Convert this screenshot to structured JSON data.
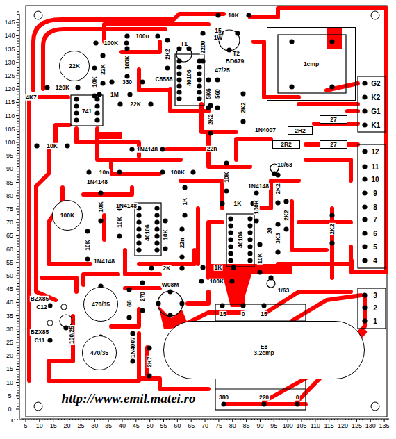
{
  "diagram": {
    "nodes": [
      {
        "text": [
          "1cmp"
        ]
      },
      {
        "text": [
          "E8",
          "3.2cmp"
        ]
      },
      {
        "text": [
          "470/35"
        ]
      },
      {
        "text": [
          "470/35"
        ]
      },
      {
        "text": [
          "22K"
        ]
      },
      {
        "text": [
          "100K"
        ]
      },
      {
        "text": [
          "2R2"
        ]
      },
      {
        "text": [
          "27"
        ]
      },
      {
        "text": [
          "2R2"
        ]
      },
      {
        "text": [
          "27"
        ]
      }
    ],
    "labels": [
      "10K",
      "100n",
      "100K",
      "2200",
      "15",
      "1W",
      "T1",
      "2K2",
      "100K",
      "22K",
      "T2",
      "BD679",
      "47/25",
      "40106",
      "C5588",
      "330",
      "10K",
      "120K",
      "4K7",
      "1M",
      "741",
      "22K",
      "5K6",
      "560",
      "2K2",
      "2K2",
      "1N4007",
      "10K",
      "1N4148",
      "22n",
      "10n",
      "100K",
      "10K",
      "10/63",
      "1N4148",
      "1N4148",
      "2K2",
      "1N4148",
      "10K",
      "1K",
      "1K",
      "100K",
      "10K",
      "2K2",
      "10K",
      "40106",
      "22n",
      "40106",
      "20",
      "3K3",
      "2K2",
      "10K",
      "1N4148",
      "2K",
      "1K",
      "100K",
      "10K",
      "1/63",
      "BZX85",
      "C12",
      "68",
      "270",
      "W08M",
      "15",
      "0",
      "15",
      "100/25",
      "BZX85",
      "C11",
      "1N4007",
      "2K7",
      "380",
      "220",
      "0",
      "3",
      "2",
      "1",
      "G2",
      "K2",
      "G1",
      "K1",
      "12",
      "11",
      "10",
      "9",
      "8",
      "7",
      "6",
      "5",
      "4",
      "http://www.emil.matei.ro",
      "5",
      "10",
      "15",
      "20",
      "25",
      "30",
      "35",
      "40",
      "45",
      "50",
      "55",
      "60",
      "65",
      "70",
      "75",
      "80",
      "85",
      "90",
      "95",
      "100",
      "105",
      "110",
      "115",
      "120",
      "125",
      "130",
      "135",
      "0",
      "5",
      "10",
      "15",
      "20",
      "25",
      "30",
      "35",
      "40",
      "45",
      "50",
      "55",
      "60",
      "65",
      "70",
      "75",
      "80",
      "85",
      "90",
      "95",
      "100",
      "105",
      "110",
      "115",
      "120",
      "125",
      "130",
      "135",
      "140",
      "145"
    ]
  }
}
